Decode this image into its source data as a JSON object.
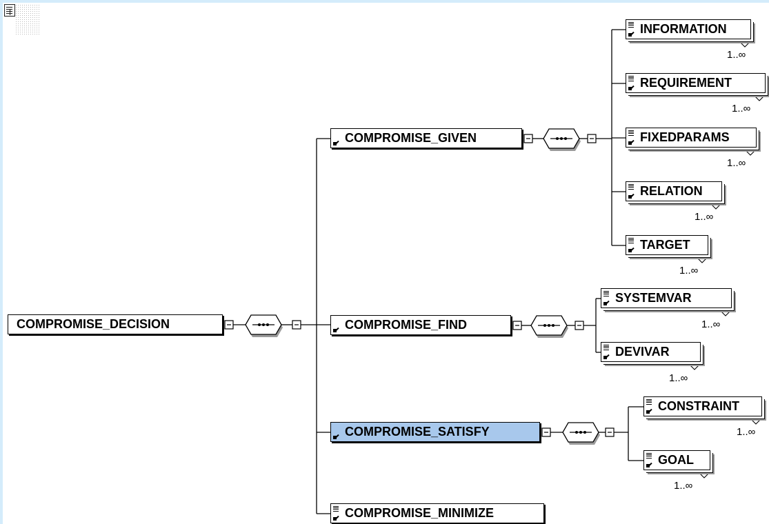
{
  "diagram": {
    "root": {
      "label": "COMPROMISE_DECISION"
    },
    "children": [
      {
        "label": "COMPROMISE_GIVEN",
        "children": [
          {
            "label": "INFORMATION",
            "card": "1..∞"
          },
          {
            "label": "REQUIREMENT",
            "card": "1..∞"
          },
          {
            "label": "FIXEDPARAMS",
            "card": "1..∞"
          },
          {
            "label": "RELATION",
            "card": "1..∞"
          },
          {
            "label": "TARGET",
            "card": "1..∞"
          }
        ]
      },
      {
        "label": "COMPROMISE_FIND",
        "children": [
          {
            "label": "SYSTEMVAR",
            "card": "1..∞"
          },
          {
            "label": "DEVIVAR",
            "card": "1..∞"
          }
        ]
      },
      {
        "label": "COMPROMISE_SATISFY",
        "selected": true,
        "children": [
          {
            "label": "CONSTRAINT",
            "card": "1..∞"
          },
          {
            "label": "GOAL",
            "card": "1..∞"
          }
        ]
      },
      {
        "label": "COMPROMISE_MINIMIZE"
      }
    ]
  },
  "colors": {
    "background": "#d4ecfb",
    "selected": "#a8c8ec",
    "line": "#000000"
  }
}
